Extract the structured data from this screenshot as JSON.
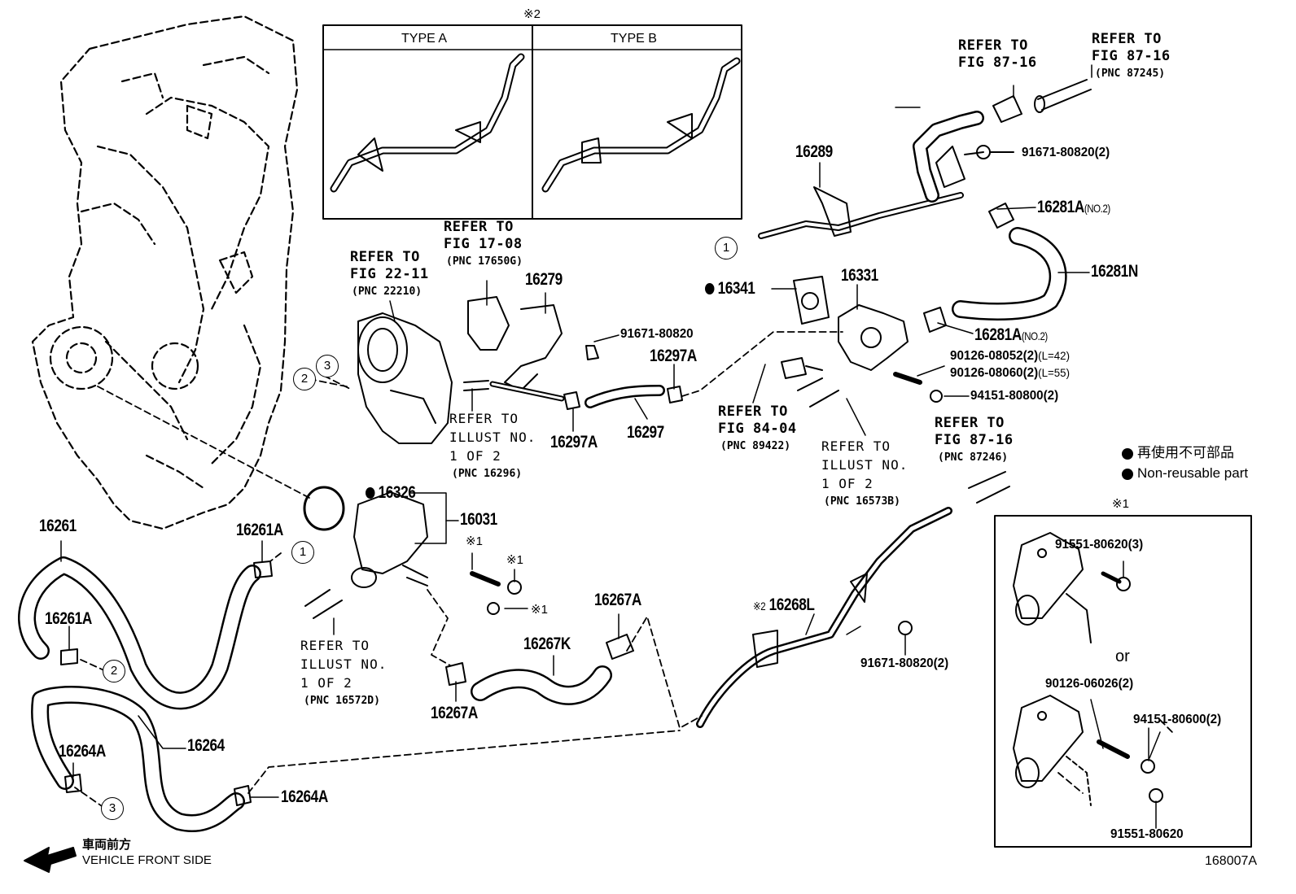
{
  "marks": {
    "star2_top": "※2",
    "star1_box": "※1",
    "or": "or"
  },
  "type_box": {
    "type_a": "TYPE A",
    "type_b": "TYPE B"
  },
  "parts": {
    "p16289": "16289",
    "p16281A_1": "16281A",
    "no2_1": "(NO.2)",
    "p16281N": "16281N",
    "p16281A_2": "16281A",
    "no2_2": "(NO.2)",
    "p16331": "16331",
    "p16341": "16341",
    "p16279": "16279",
    "p16297A_1": "16297A",
    "p16297A_2": "16297A",
    "p16297": "16297",
    "p16326": "16326",
    "p16031": "16031",
    "p16261": "16261",
    "p16261A_1": "16261A",
    "p16261A_2": "16261A",
    "p16267A_1": "16267A",
    "p16267K": "16267K",
    "p16267A_2": "16267A",
    "p16268L": "16268L",
    "p16264": "16264",
    "p16264A_1": "16264A",
    "p16264A_2": "16264A",
    "b91671_a": "91671-80820(2)",
    "b91671_b": "91671-80820",
    "b91671_c": "91671-80820(2)",
    "s90126_08052": "90126-08052(2)",
    "l42": "(L=42)",
    "s90126_08060": "90126-08060(2)",
    "l55": "(L=55)",
    "n94151_80800": "94151-80800(2)",
    "b91551_3": "91551-80620(3)",
    "s90126_06026": "90126-06026(2)",
    "n94151_80600": "94151-80600(2)",
    "b91551": "91551-80620"
  },
  "refs": {
    "r8716a": {
      "line1": "REFER TO",
      "line2": "FIG 87-16"
    },
    "r8716b": {
      "line1": "REFER TO",
      "line2": "FIG 87-16",
      "pnc": "(PNC 87245)"
    },
    "r2211": {
      "line1": "REFER TO",
      "line2": "FIG 22-11",
      "pnc": "(PNC 22210)"
    },
    "r1708": {
      "line1": "REFER TO",
      "line2": "FIG 17-08",
      "pnc": "(PNC 17650G)"
    },
    "r8404": {
      "line1": "REFER TO",
      "line2": "FIG 84-04",
      "pnc": "(PNC 89422)"
    },
    "r8716c": {
      "line1": "REFER TO",
      "line2": "FIG 87-16",
      "pnc": "(PNC 87246)"
    },
    "ill16296": {
      "line1": "REFER TO",
      "line2": "ILLUST NO.",
      "line3": "1 OF 2",
      "pnc": "(PNC 16296)"
    },
    "ill16573B": {
      "line1": "REFER TO",
      "line2": "ILLUST NO.",
      "line3": "1 OF 2",
      "pnc": "(PNC 16573B)"
    },
    "ill16572D": {
      "line1": "REFER TO",
      "line2": "ILLUST NO.",
      "line3": "1 OF 2",
      "pnc": "(PNC 16572D)"
    }
  },
  "legend": {
    "jp": "再使用不可部品",
    "en": "Non-reusable part"
  },
  "footer": {
    "jp": "車両前方",
    "en": "VEHICLE FRONT SIDE",
    "code": "168007A"
  },
  "callouts": {
    "one": "1",
    "two": "2",
    "three": "3"
  }
}
